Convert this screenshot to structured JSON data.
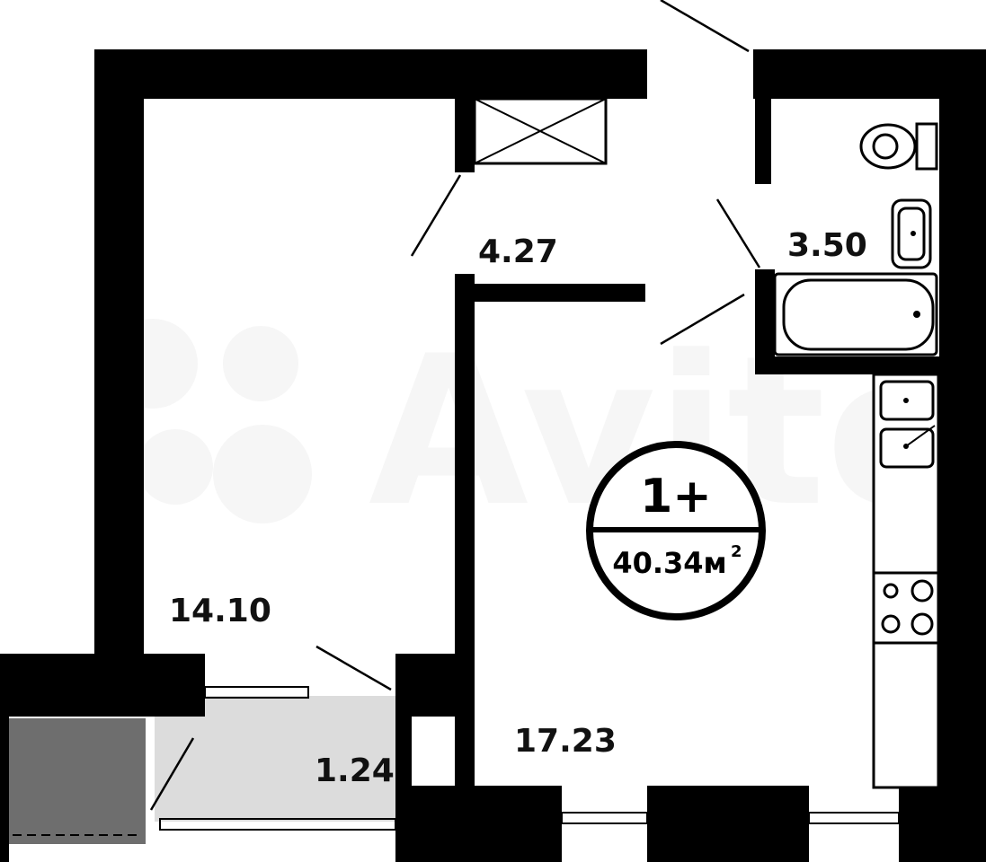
{
  "plan": {
    "rooms": [
      {
        "id": "bedroom",
        "area": "14.10"
      },
      {
        "id": "hallway",
        "area": "4.27"
      },
      {
        "id": "bathroom",
        "area": "3.50"
      },
      {
        "id": "kitchen-living",
        "area": "17.23"
      },
      {
        "id": "balcony",
        "area": "1.24"
      }
    ],
    "badge": {
      "rooms": "1+",
      "total_area": "40.34м",
      "unit_exponent": "2"
    },
    "watermark": "Avito",
    "colors": {
      "wall": "#000000",
      "balcony_fill": "#dcdcdc",
      "outer_balcony_fill": "#6e6e6e",
      "background": "#ffffff"
    }
  }
}
